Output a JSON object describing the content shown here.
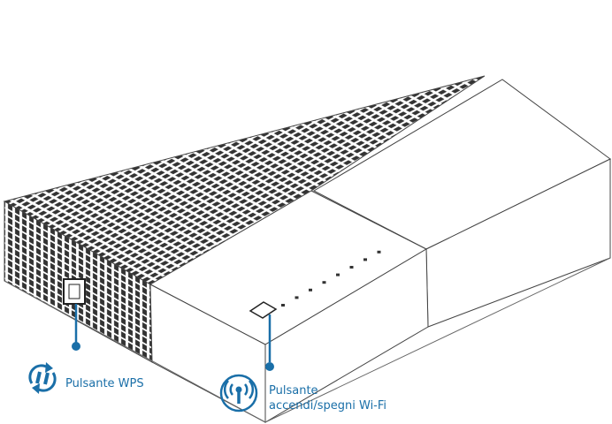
{
  "colors": {
    "accent": "#1a6fa8",
    "grille": "#333333",
    "outline": "#444444"
  },
  "callouts": [
    {
      "icon": "wps-refresh-icon",
      "label": "Pulsante WPS"
    },
    {
      "icon": "wifi-antenna-icon",
      "label_line1": "Pulsante",
      "label_line2": "accendi/spegni Wi-Fi"
    }
  ],
  "led_count": 8
}
